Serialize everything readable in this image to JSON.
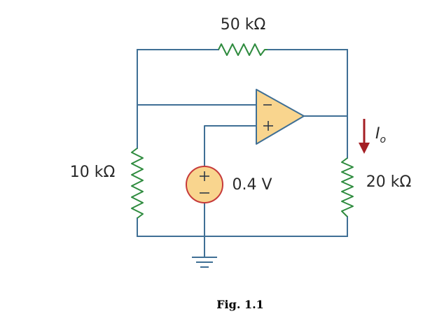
{
  "figure": {
    "caption": "Fig. 1.1"
  },
  "components": {
    "feedback_resistor": {
      "label": "50 kΩ"
    },
    "input_resistor": {
      "label": "10 kΩ"
    },
    "load_resistor": {
      "label": "20 kΩ"
    },
    "voltage_source": {
      "label": "0.4 V",
      "plus_sign": "+",
      "minus_sign": "−"
    },
    "op_amp": {
      "inverting_sign": "−",
      "noninverting_sign": "+"
    },
    "output_current": {
      "symbol": "I",
      "subscript": "o"
    }
  },
  "colors": {
    "wire": "#3f6f95",
    "resistor": "#2e8b3e",
    "op_amp_fill": "#f9d58e",
    "source_outline": "#c63a3a",
    "current_arrow": "#a41f24"
  }
}
